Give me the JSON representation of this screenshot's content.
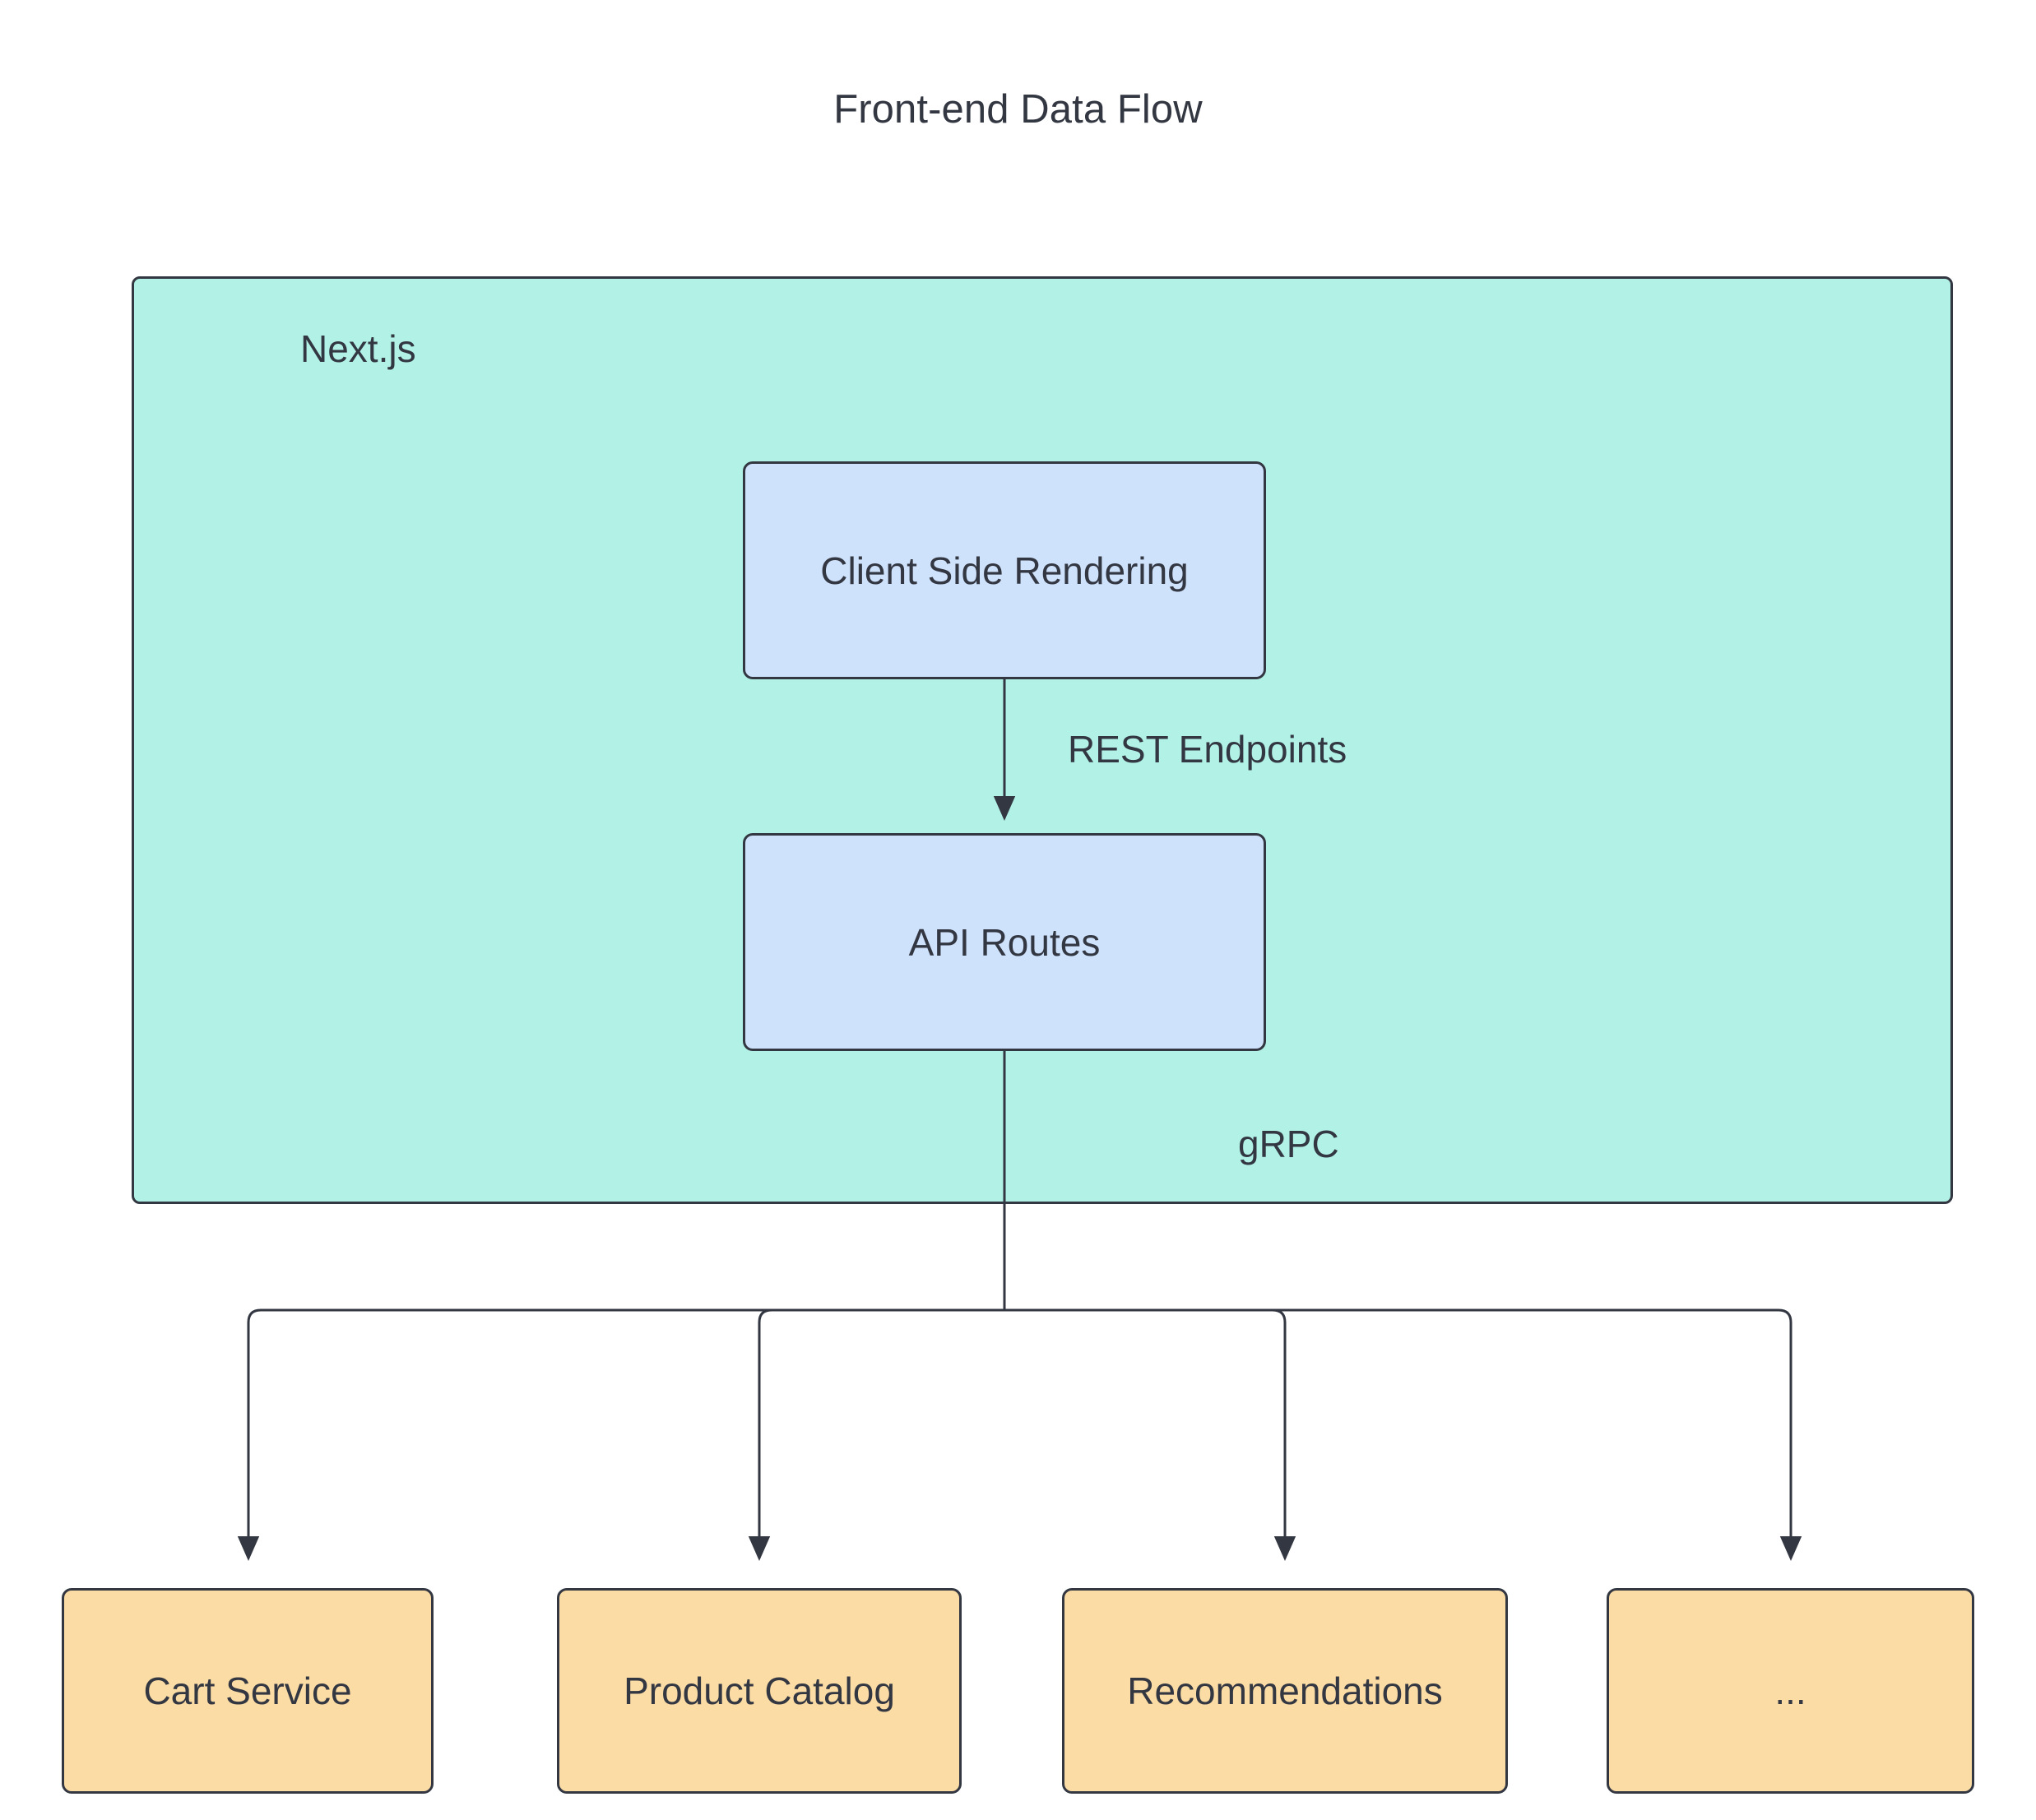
{
  "diagram": {
    "title": "Front-end Data Flow",
    "type": "flowchart",
    "background": "#ffffff",
    "text_color": "#333742",
    "stroke_color": "#333742"
  },
  "subgraph": {
    "id": "nextjs",
    "label": "Next.js",
    "fill": "#b2f2e6",
    "stroke": "#333742"
  },
  "nodes": {
    "client_side_rendering": {
      "label": "Client Side Rendering",
      "shape": "rounded-rectangle",
      "fill": "#cfe2fc",
      "stroke": "#333742",
      "group": "Next.js"
    },
    "api_routes": {
      "label": "API Routes",
      "shape": "rounded-rectangle",
      "fill": "#cfe2fc",
      "stroke": "#333742",
      "group": "Next.js"
    },
    "cart_service": {
      "label": "Cart Service",
      "shape": "rounded-rectangle",
      "fill": "#fcdca5",
      "stroke": "#333742",
      "group": null
    },
    "product_catalog": {
      "label": "Product Catalog",
      "shape": "rounded-rectangle",
      "fill": "#fcdca5",
      "stroke": "#333742",
      "group": null
    },
    "recommendations": {
      "label": "Recommendations",
      "shape": "rounded-rectangle",
      "fill": "#fcdca5",
      "stroke": "#333742",
      "group": null
    },
    "more_services": {
      "label": "...",
      "shape": "rounded-rectangle",
      "fill": "#fcdca5",
      "stroke": "#333742",
      "group": null
    }
  },
  "edges": [
    {
      "from": "client_side_rendering",
      "to": "api_routes",
      "label": "REST Endpoints",
      "arrow": "down"
    },
    {
      "from": "api_routes",
      "to": "cart_service",
      "label": "gRPC",
      "arrow": "down"
    },
    {
      "from": "api_routes",
      "to": "product_catalog",
      "label": "",
      "arrow": "down"
    },
    {
      "from": "api_routes",
      "to": "recommendations",
      "label": "",
      "arrow": "down"
    },
    {
      "from": "api_routes",
      "to": "more_services",
      "label": "",
      "arrow": "down"
    }
  ],
  "edge_labels": {
    "rest_endpoints": "REST Endpoints",
    "grpc": "gRPC"
  }
}
